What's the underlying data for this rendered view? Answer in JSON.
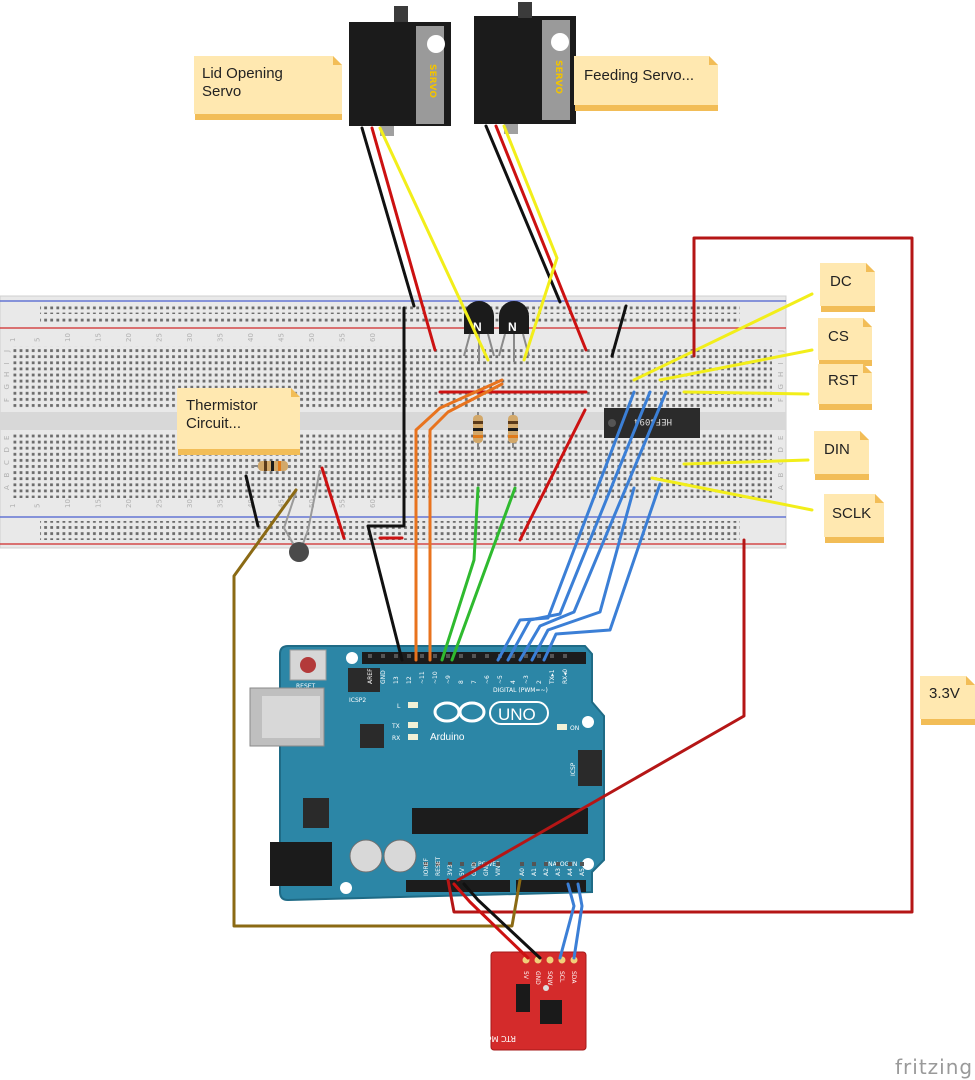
{
  "notes": {
    "lid_servo": [
      "Lid Opening",
      "Servo"
    ],
    "feeding_servo": "Feeding Servo...",
    "thermistor": [
      "Thermistor",
      "Circuit..."
    ],
    "dc": "DC",
    "cs": "CS",
    "rst": "RST",
    "din": "DIN",
    "sclk": "SCLK",
    "v33": "3.3V"
  },
  "components": {
    "servo_label": "SERVO",
    "transistor_label": "N",
    "ic_label": "HEF4094",
    "rtc_label": "RTC Module",
    "rtc_pins": [
      "5V",
      "GND",
      "SQW",
      "SCL",
      "SDA"
    ],
    "arduino": {
      "brand": "Arduino",
      "model": "UNO",
      "reset": "RESET",
      "icsp2": "ICSP2",
      "icsp": "ICSP",
      "digital": "DIGITAL (PWM=~)",
      "power": "POWER",
      "analog": "ANALOG IN",
      "led_l": "L",
      "led_tx": "TX",
      "led_rx": "RX",
      "led_on": "ON",
      "top_pins": [
        "AREF",
        "GND",
        "13",
        "12",
        "~11",
        "~10",
        "~9",
        "8",
        "7",
        "~6",
        "~5",
        "4",
        "~3",
        "2",
        "TX▸1",
        "RX◂0"
      ],
      "power_pins": [
        "IOREF",
        "RESET",
        "3V3",
        "5V",
        "GND",
        "GND",
        "VIN"
      ],
      "analog_pins": [
        "A0",
        "A1",
        "A2",
        "A3",
        "A4",
        "A5"
      ]
    }
  },
  "breadboard": {
    "col_numbers": [
      "1",
      "5",
      "10",
      "15",
      "20",
      "25",
      "30",
      "35",
      "40",
      "45",
      "50",
      "55",
      "60"
    ],
    "row_letters_top": [
      "J",
      "I",
      "H",
      "G",
      "F"
    ],
    "row_letters_bottom": [
      "E",
      "D",
      "C",
      "B",
      "A"
    ]
  },
  "watermark": "fritzing",
  "colors": {
    "wire_red": "#cc1111",
    "wire_black": "#111111",
    "wire_yellow": "#f2ee1a",
    "wire_orange": "#e8731e",
    "wire_green": "#2fba2f",
    "wire_blue": "#3b7fd6",
    "wire_brown": "#8b6a14",
    "wire_darkred": "#b51616",
    "arduino_teal": "#2c86a6",
    "note_fill": "#ffe8b0",
    "note_shadow": "#f2bd57"
  }
}
